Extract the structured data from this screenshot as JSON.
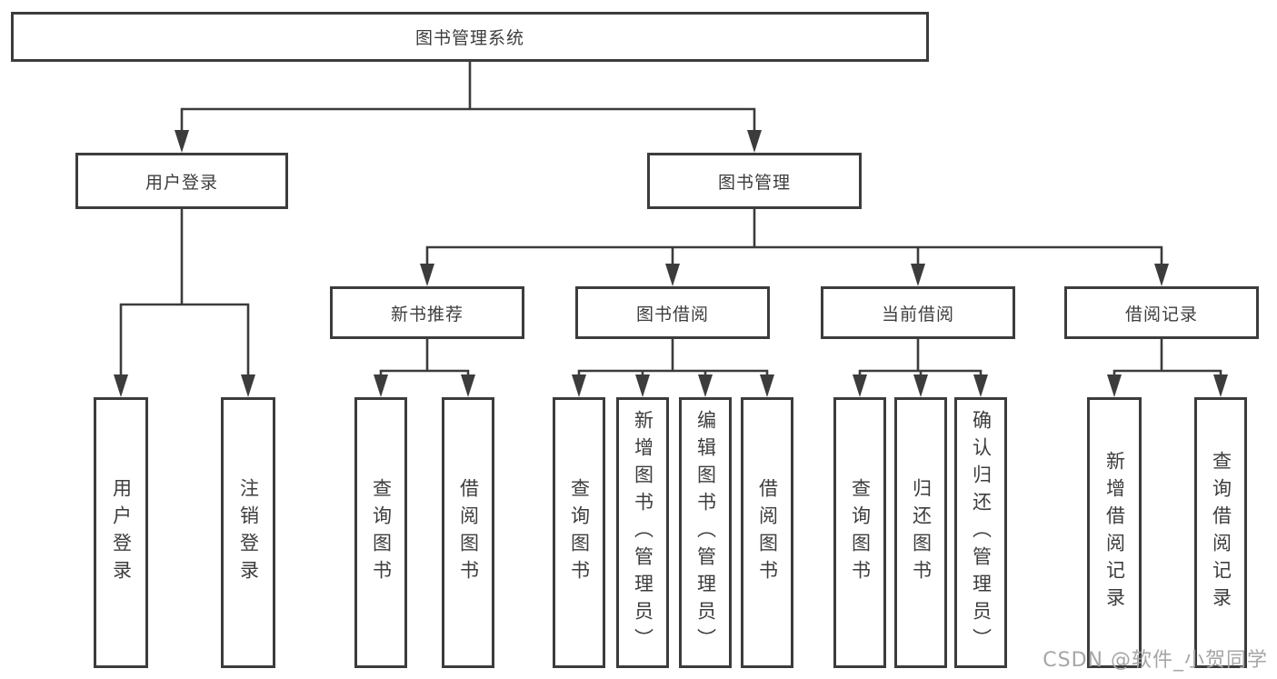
{
  "colors": {
    "line": "#3c3c3c",
    "text": "#3d3d3d",
    "watermark": "#a6a6a6",
    "background": "#ffffff"
  },
  "tree": {
    "label": "图书管理系统",
    "children": [
      {
        "label": "用户登录",
        "children": [
          {
            "label": "用户登录"
          },
          {
            "label": "注销登录"
          }
        ]
      },
      {
        "label": "图书管理",
        "children": [
          {
            "label": "新书推荐",
            "children": [
              {
                "label": "查询图书"
              },
              {
                "label": "借阅图书"
              }
            ]
          },
          {
            "label": "图书借阅",
            "children": [
              {
                "label": "查询图书"
              },
              {
                "label": "新增图书（管理员）"
              },
              {
                "label": "编辑图书（管理员）"
              },
              {
                "label": "借阅图书"
              }
            ]
          },
          {
            "label": "当前借阅",
            "children": [
              {
                "label": "查询图书"
              },
              {
                "label": "归还图书"
              },
              {
                "label": "确认归还（管理员）"
              }
            ]
          },
          {
            "label": "借阅记录",
            "children": [
              {
                "label": "新增借阅记录"
              },
              {
                "label": "查询借阅记录"
              }
            ]
          }
        ]
      }
    ]
  },
  "watermark": {
    "text": "CSDN @软件_小贺同学"
  }
}
